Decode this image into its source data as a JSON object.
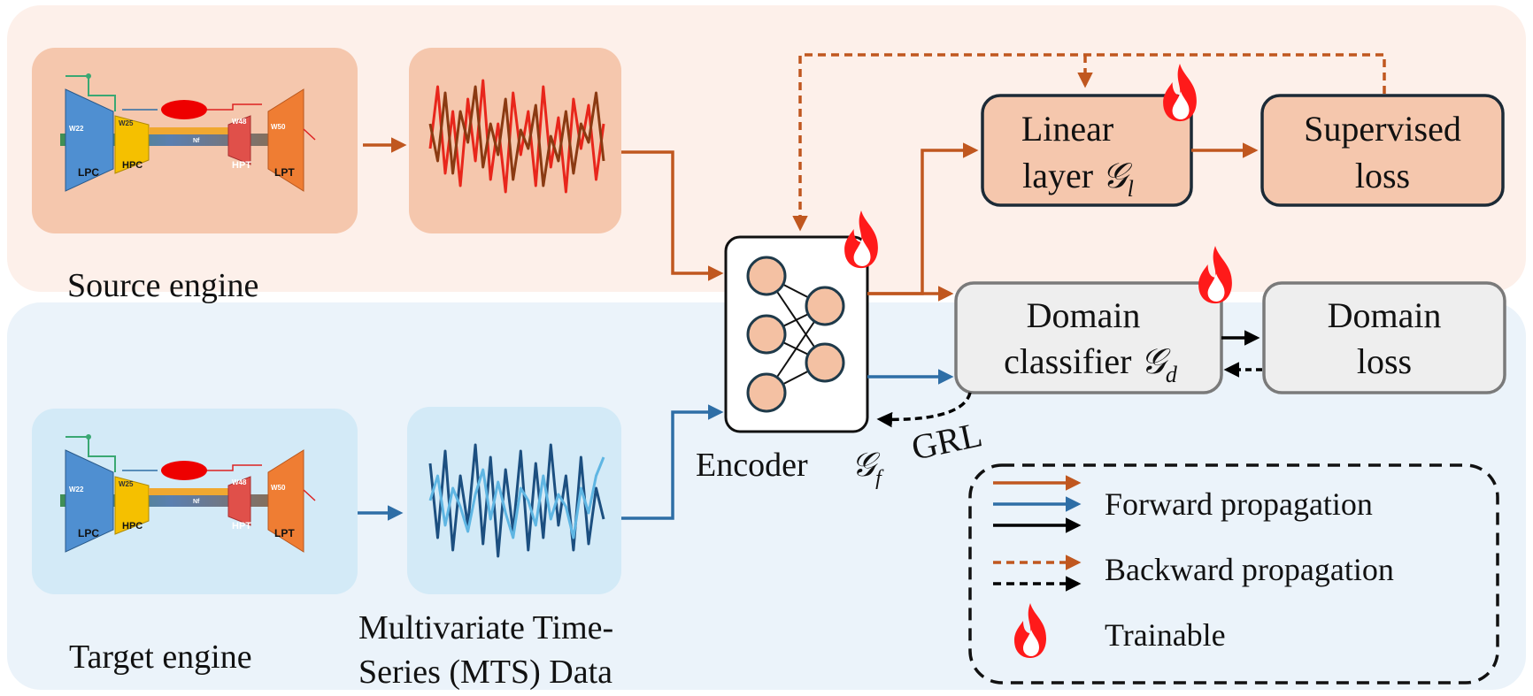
{
  "colors": {
    "forward_source": "#c0571f",
    "forward_target": "#2e6ea6",
    "forward_domain": "#000000",
    "source_panel": "#fdf0ea",
    "target_panel": "#ebf3fa",
    "source_box": "#f5c7ad",
    "target_box": "#d3eaf7",
    "node_fill": "#f4c1a3",
    "flame": "#ff1a1a"
  },
  "panels": {
    "source_label": "Source engine",
    "target_label": "Target engine",
    "mts_label_line1": "Multivariate Time-",
    "mts_label_line2": "Series (MTS) Data"
  },
  "engine": {
    "sections": [
      "LPC",
      "HPC",
      "HPT",
      "LPT"
    ],
    "stations": [
      "W22",
      "W25",
      "W48",
      "W50"
    ],
    "shaft_label": "Nf",
    "icon": "turbofan-engine-schematic"
  },
  "encoder": {
    "label": "Encoder",
    "symbol_base": "𝒢",
    "symbol_sub": "f"
  },
  "linear_layer": {
    "line1": "Linear",
    "line2": "layer",
    "symbol_base": "𝒢",
    "symbol_sub": "l"
  },
  "supervised_loss": {
    "line1": "Supervised",
    "line2": "loss"
  },
  "domain_classifier": {
    "line1": "Domain",
    "line2": "classifier",
    "symbol_base": "𝒢",
    "symbol_sub": "d"
  },
  "domain_loss": {
    "line1": "Domain",
    "line2": "loss"
  },
  "grl_label": "GRL",
  "legend": {
    "forward": "Forward propagation",
    "backward": "Backward propagation",
    "trainable": "Trainable",
    "trainable_icon": "flame-icon"
  },
  "time_series": {
    "source": {
      "series": [
        {
          "color": "#e8261b",
          "values": [
            0.4,
            0.9,
            0.2,
            0.7,
            0.1,
            0.8,
            0.3,
            0.95,
            0.15,
            0.6,
            0.05,
            0.85,
            0.35,
            0.7,
            0.1,
            0.9,
            0.25,
            0.65,
            0.05,
            0.8,
            0.4,
            0.75,
            0.15,
            0.6
          ]
        },
        {
          "color": "#8a3a12",
          "values": [
            0.6,
            0.3,
            0.85,
            0.2,
            0.7,
            0.45,
            0.9,
            0.25,
            0.6,
            0.35,
            0.8,
            0.15,
            0.55,
            0.4,
            0.75,
            0.1,
            0.5,
            0.3,
            0.7,
            0.2,
            0.6,
            0.45,
            0.85,
            0.3
          ]
        }
      ]
    },
    "target": {
      "series": [
        {
          "color": "#1c4f80",
          "values": [
            0.8,
            0.2,
            0.9,
            0.1,
            0.7,
            0.3,
            0.95,
            0.15,
            0.85,
            0.05,
            0.75,
            0.25,
            0.9,
            0.1,
            0.8,
            0.2,
            0.95,
            0.3,
            0.7,
            0.1,
            0.85,
            0.15,
            0.6,
            0.35
          ]
        },
        {
          "color": "#5fb6e3",
          "values": [
            0.5,
            0.7,
            0.3,
            0.6,
            0.45,
            0.25,
            0.55,
            0.75,
            0.35,
            0.65,
            0.4,
            0.2,
            0.6,
            0.5,
            0.3,
            0.7,
            0.35,
            0.55,
            0.45,
            0.2,
            0.6,
            0.4,
            0.7,
            0.85
          ]
        }
      ]
    }
  }
}
